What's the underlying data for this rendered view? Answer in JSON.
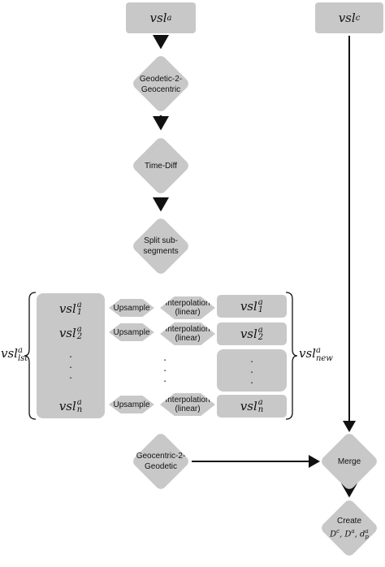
{
  "nodes": {
    "vsl_a": {
      "base": "vsl",
      "sup": "a"
    },
    "vsl_c": {
      "base": "vsl",
      "sup": "c"
    },
    "geodetic_to_geocentric": {
      "line1": "Geodetic-2-",
      "line2": "Geocentric"
    },
    "time_diff": {
      "label": "Time-Diff"
    },
    "split": {
      "line1": "Split sub-",
      "line2": "segments"
    },
    "geocentric_to_geodetic": {
      "line1": "Geocentric-2-",
      "line2": "Geodetic"
    },
    "merge": {
      "label": "Merge"
    },
    "create": {
      "line1": "Create",
      "line2_a": "D",
      "line2_a_sup": "c",
      "line2_b": ", D",
      "line2_b_sup": "a",
      "line2_c": ", d",
      "line2_c_sup": "a",
      "line2_c_sub": "p"
    }
  },
  "list_input": {
    "label_base": "vsl",
    "label_sup": "a",
    "label_sub": "lst",
    "items": [
      {
        "base": "vsl",
        "sup": "a",
        "sub": "1"
      },
      {
        "base": "vsl",
        "sup": "a",
        "sub": "2"
      },
      {
        "base": "vsl",
        "sup": "a",
        "sub": "n"
      }
    ]
  },
  "list_output": {
    "label_base": "vsl",
    "label_sup": "a",
    "label_sub": "new",
    "items": [
      {
        "base": "vsl",
        "sup": "a",
        "sub": "1"
      },
      {
        "base": "vsl",
        "sup": "a",
        "sub": "2"
      },
      {
        "base": "vsl",
        "sup": "a",
        "sub": "n"
      }
    ]
  },
  "ops": {
    "upsample": "Upsample",
    "interp_line1": "Interpolation",
    "interp_line2": "(linear)"
  },
  "ellipsis_dots": ".\n.\n."
}
